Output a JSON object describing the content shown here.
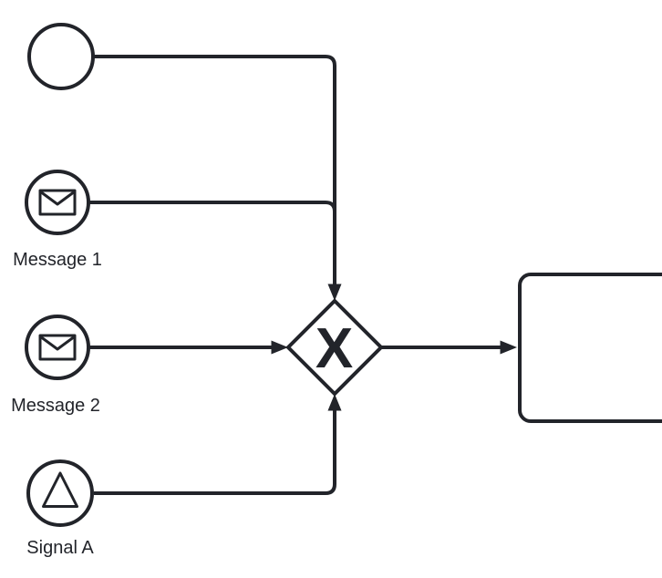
{
  "canvas": {
    "background_color": "#ffffff",
    "stroke_color": "#22242a"
  },
  "nodes": {
    "start_event": {
      "type": "start-event",
      "icon": "circle-icon"
    },
    "message_event_1": {
      "type": "message-event",
      "icon": "envelope-icon",
      "label": "Message 1"
    },
    "message_event_2": {
      "type": "message-event",
      "icon": "envelope-icon",
      "label": "Message 2"
    },
    "signal_event": {
      "type": "signal-event",
      "icon": "triangle-icon",
      "label": "Signal A"
    },
    "exclusive_gateway": {
      "type": "exclusive-gateway",
      "icon": "x-marker-icon",
      "marker": "X"
    },
    "task": {
      "type": "task"
    }
  },
  "edges": [
    {
      "from": "start_event",
      "to": "exclusive_gateway"
    },
    {
      "from": "message_event_1",
      "to": "exclusive_gateway"
    },
    {
      "from": "message_event_2",
      "to": "exclusive_gateway"
    },
    {
      "from": "signal_event",
      "to": "exclusive_gateway"
    },
    {
      "from": "exclusive_gateway",
      "to": "task"
    }
  ]
}
